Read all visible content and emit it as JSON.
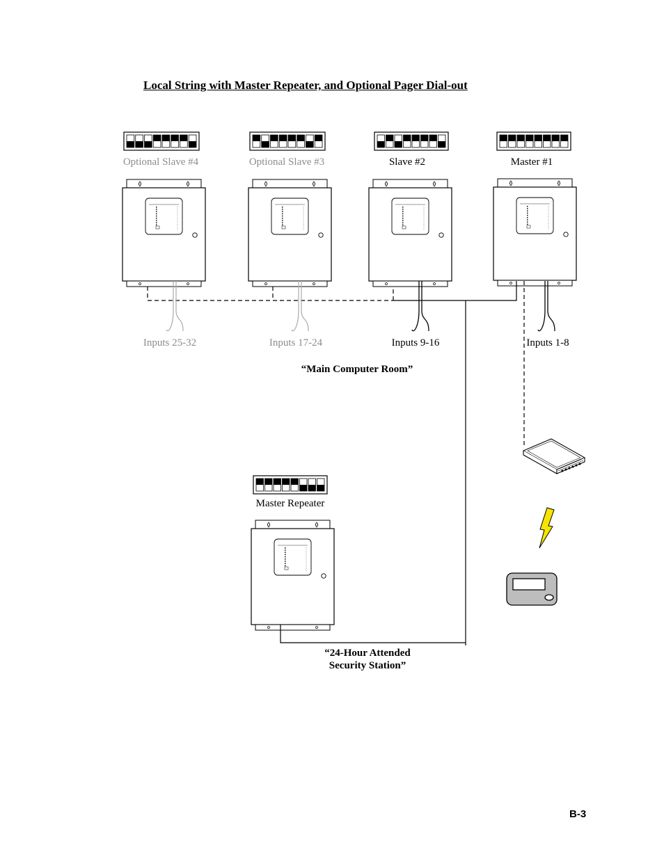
{
  "title": "Local String with Master Repeater, and Optional Pager Dial-out",
  "units": [
    {
      "label": "Optional Slave #4",
      "optional": true,
      "inputs": "Inputs 25-32",
      "dip_switches": [
        0,
        0,
        0,
        1,
        1,
        1,
        1,
        0
      ]
    },
    {
      "label": "Optional Slave #3",
      "optional": true,
      "inputs": "Inputs 17-24",
      "dip_switches": [
        1,
        0,
        1,
        1,
        1,
        1,
        0,
        1
      ]
    },
    {
      "label": "Slave #2",
      "optional": false,
      "inputs": "Inputs 9-16",
      "dip_switches": [
        0,
        1,
        0,
        1,
        1,
        1,
        1,
        0
      ]
    },
    {
      "label": "Master #1",
      "optional": false,
      "inputs": "Inputs 1-8",
      "dip_switches": [
        1,
        1,
        1,
        1,
        1,
        1,
        1,
        1
      ]
    }
  ],
  "master_repeater": {
    "label": "Master Repeater",
    "dip_switches": [
      1,
      1,
      1,
      1,
      1,
      0,
      0,
      0
    ]
  },
  "room_labels": {
    "main": "“Main Computer Room”",
    "security_line1": "“24-Hour Attended",
    "security_line2": "Security Station”"
  },
  "page_number": "B-3",
  "colors": {
    "lightning": "#f5e400",
    "optional_text": "#8c8c8c",
    "pager_body": "#bdbdbd"
  }
}
